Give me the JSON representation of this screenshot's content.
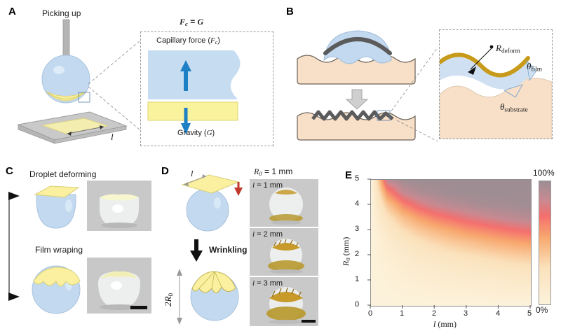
{
  "figure": {
    "panels": [
      "A",
      "B",
      "C",
      "D",
      "E"
    ]
  },
  "panelA": {
    "letter": "A",
    "title": "Picking up",
    "dimension_label": "l",
    "inset": {
      "equation": "Fc = G",
      "equation_parts": {
        "lhs_var": "F",
        "lhs_sub": "c",
        "eq": " = ",
        "rhs": "G"
      },
      "top_label": "Capillary force (Fc)",
      "top_label_main": "Capillary force (",
      "top_label_var": "F",
      "top_label_sub": "c",
      "top_label_end": ")",
      "bottom_label": "Gravity (G)",
      "bottom_label_main": "Gravity (",
      "bottom_label_var": "G",
      "bottom_label_end": ")",
      "up_arrow_name": "capillary-force-arrow",
      "down_arrow_name": "gravity-arrow"
    },
    "colors": {
      "droplet": "#c3d9ef",
      "film": "#f7f0a8",
      "slide": "#c8c8c8",
      "arrow_blue": "#1d7fc4",
      "needle": "#b0b0b0"
    }
  },
  "panelB": {
    "letter": "B",
    "process_arrow_name": "process-down-arrow",
    "inset": {
      "radius_label_var": "R",
      "radius_label_sub": "deform",
      "theta_film_var": "θ",
      "theta_film_sub": "film",
      "theta_substrate_var": "θ",
      "theta_substrate_sub": "substrate"
    },
    "colors": {
      "substrate": "#f7dfc8",
      "droplet": "#cfe0f2",
      "film_dark": "#5b5b5b",
      "film_gold": "#c79a19"
    }
  },
  "panelC": {
    "letter": "C",
    "rows": [
      {
        "title": "Droplet deforming",
        "schematic": "flat-film-on-droplet",
        "photo": "droplet-deforming-photo"
      },
      {
        "title": "Film wraping",
        "schematic": "wrapped-film-on-droplet",
        "photo": "film-wraping-photo"
      }
    ],
    "bracket_name": "transition-bracket",
    "scalebar_name": "scale-bar"
  },
  "panelD": {
    "letter": "D",
    "side_length_label": "l",
    "diameter_label_main": "2R",
    "diameter_label_sub": "0",
    "process_label": "Wrinkling",
    "photo_header_var": "R",
    "photo_header_sub": "0",
    "photo_header_rest": " = 1 mm",
    "photo_rows": [
      {
        "label_var": "l",
        "label_rest": " = 1 mm"
      },
      {
        "label_var": "l",
        "label_rest": " = 2 mm"
      },
      {
        "label_var": "l",
        "label_rest": " = 3 mm"
      }
    ],
    "scalebar_name": "scale-bar"
  },
  "panelE": {
    "letter": "E",
    "colorbar": {
      "max_label": "100%",
      "min_label": "0%"
    }
  },
  "chart_data": {
    "type": "heatmap",
    "title": "",
    "xlabel_var": "l",
    "xlabel_unit": " (mm)",
    "ylabel_var": "R",
    "ylabel_sub": "0",
    "ylabel_unit": " (mm)",
    "xlim": [
      0,
      5
    ],
    "ylim": [
      0,
      5
    ],
    "xticks": [
      0,
      1,
      2,
      3,
      4,
      5
    ],
    "yticks": [
      0,
      1,
      2,
      3,
      4,
      5
    ],
    "xticklabels": [
      "0",
      "1",
      "2",
      "3",
      "4",
      "5"
    ],
    "yticklabels": [
      "0",
      "1",
      "2",
      "3",
      "4",
      "5"
    ],
    "zlim": [
      0,
      100
    ],
    "zunit": "%",
    "grid": false,
    "legend_position": "right-colorbar",
    "colorscale": [
      {
        "stop": 0.0,
        "color": "#fdf3dc"
      },
      {
        "stop": 0.3,
        "color": "#fbe2bc"
      },
      {
        "stop": 0.55,
        "color": "#f8a86e"
      },
      {
        "stop": 0.72,
        "color": "#f5706e"
      },
      {
        "stop": 0.85,
        "color": "#c98a92"
      },
      {
        "stop": 1.0,
        "color": "#9e8e94"
      }
    ],
    "description": "Wrapping-degree map: value rises from ~0% in the upper-left (large R0, small l) to ~100% along the lower-right wedge (small R0, large l); the transition band follows approximately R0 proportional to l.",
    "grid_x": [
      0,
      0.5,
      1,
      1.5,
      2,
      2.5,
      3,
      3.5,
      4,
      4.5,
      5
    ],
    "grid_y": [
      0,
      0.5,
      1,
      1.5,
      2,
      2.5,
      3,
      3.5,
      4,
      4.5,
      5
    ],
    "values": [
      [
        0,
        0,
        0,
        0,
        0,
        0,
        0,
        0,
        0,
        0,
        0
      ],
      [
        0,
        2,
        3,
        4,
        5,
        6,
        6,
        7,
        8,
        8,
        9
      ],
      [
        0,
        3,
        6,
        8,
        10,
        11,
        13,
        14,
        15,
        17,
        18
      ],
      [
        0,
        5,
        9,
        13,
        15,
        18,
        20,
        22,
        24,
        26,
        28
      ],
      [
        0,
        8,
        14,
        19,
        23,
        27,
        30,
        33,
        36,
        39,
        41
      ],
      [
        0,
        12,
        21,
        28,
        34,
        39,
        43,
        47,
        51,
        54,
        57
      ],
      [
        0,
        18,
        31,
        41,
        48,
        54,
        60,
        64,
        68,
        72,
        75
      ],
      [
        0,
        27,
        45,
        57,
        66,
        72,
        78,
        82,
        86,
        89,
        91
      ],
      [
        0,
        41,
        64,
        77,
        85,
        90,
        93,
        96,
        97,
        98,
        99
      ],
      [
        0,
        62,
        86,
        94,
        97,
        99,
        100,
        100,
        100,
        100,
        100
      ],
      [
        0,
        88,
        99,
        100,
        100,
        100,
        100,
        100,
        100,
        100,
        100
      ]
    ]
  }
}
